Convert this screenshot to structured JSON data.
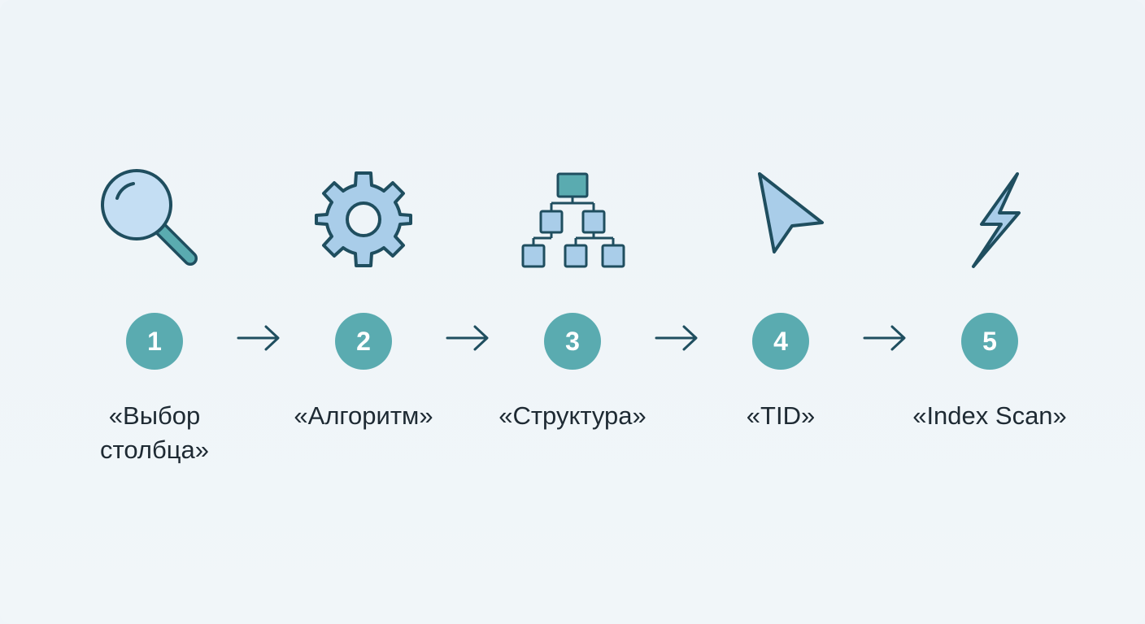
{
  "colors": {
    "badge": "#5aabb0",
    "stroke": "#1f4e5f",
    "icon_fill": "#a9cde9",
    "icon_accent": "#5aabb0"
  },
  "steps": [
    {
      "number": "1",
      "label_line1": "«Выбор",
      "label_line2": "столбца»",
      "icon": "magnifier-icon"
    },
    {
      "number": "2",
      "label_line1": "«Алгоритм»",
      "label_line2": "",
      "icon": "gear-icon"
    },
    {
      "number": "3",
      "label_line1": "«Структура»",
      "label_line2": "",
      "icon": "hierarchy-tree-icon"
    },
    {
      "number": "4",
      "label_line1": "«TID»",
      "label_line2": "",
      "icon": "pointer-cursor-icon"
    },
    {
      "number": "5",
      "label_line1": "«Index Scan»",
      "label_line2": "",
      "icon": "lightning-bolt-icon"
    }
  ],
  "connectors": [
    "arrow-right-icon",
    "arrow-right-icon",
    "arrow-right-icon",
    "arrow-right-icon"
  ]
}
